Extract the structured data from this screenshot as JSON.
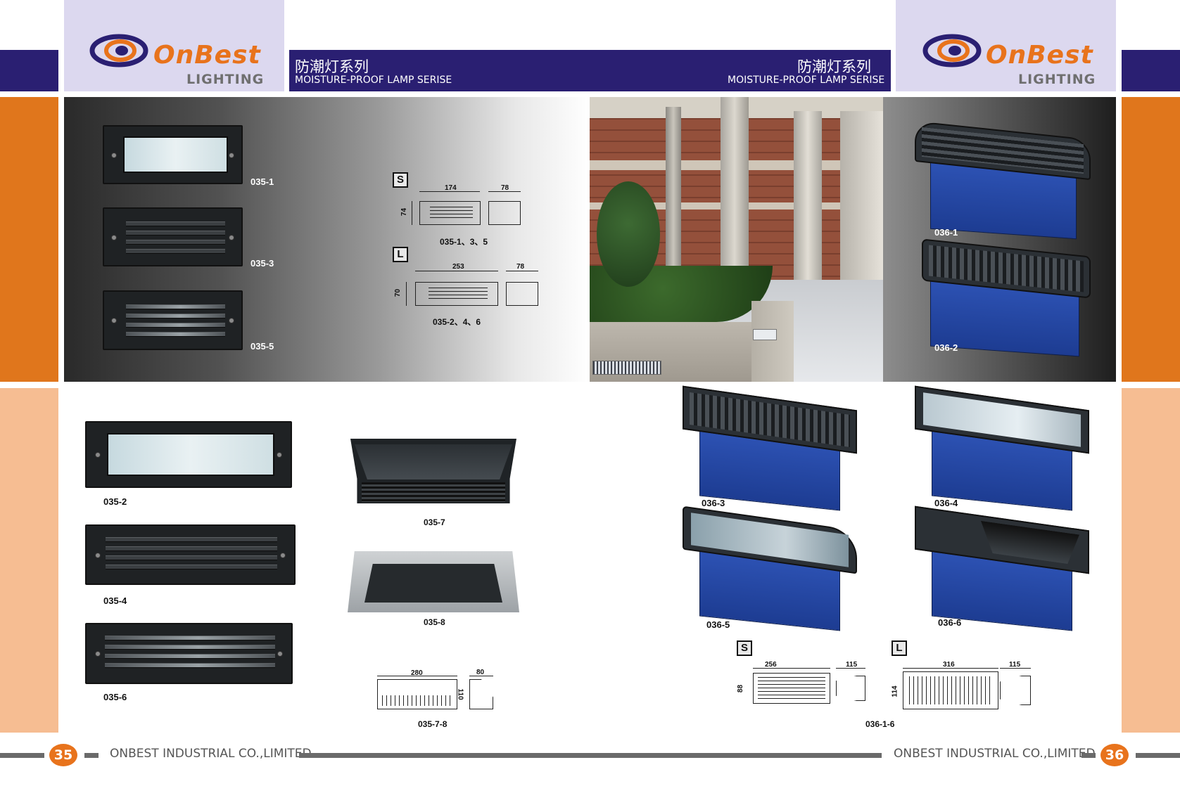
{
  "brand": {
    "name": "OnBest",
    "sub": "LIGHTING"
  },
  "header": {
    "title_cn": "防潮灯系列",
    "title_en": "MOISTURE-PROOF LAMP SERISE"
  },
  "left_page": {
    "banner_products": [
      {
        "code": "035-1"
      },
      {
        "code": "035-3"
      },
      {
        "code": "035-5"
      }
    ],
    "drawings": {
      "small": {
        "tag": "S",
        "width": "174",
        "depth": "78",
        "height": "74",
        "caption": "035-1、3、5"
      },
      "large": {
        "tag": "L",
        "width": "253",
        "depth": "78",
        "height": "70",
        "caption": "035-2、4、6"
      }
    },
    "products": [
      {
        "code": "035-2"
      },
      {
        "code": "035-4"
      },
      {
        "code": "035-6"
      },
      {
        "code": "035-7"
      },
      {
        "code": "035-8"
      }
    ],
    "drawing_78": {
      "width": "280",
      "depth": "80",
      "height": "110",
      "caption": "035-7-8"
    },
    "page_number": "35",
    "company": "ONBEST INDUSTRIAL CO.,LIMITED"
  },
  "right_page": {
    "banner_products": [
      {
        "code": "036-1"
      },
      {
        "code": "036-2"
      }
    ],
    "products": [
      {
        "code": "036-3"
      },
      {
        "code": "036-4"
      },
      {
        "code": "036-5"
      },
      {
        "code": "036-6"
      }
    ],
    "drawings": {
      "small": {
        "tag": "S",
        "width": "256",
        "depth": "115",
        "height": "88"
      },
      "large": {
        "tag": "L",
        "width": "316",
        "depth": "115",
        "height": "114"
      },
      "caption": "036-1-6"
    },
    "page_number": "36",
    "company": "ONBEST INDUSTRIAL CO.,LIMITED"
  },
  "colors": {
    "purple": "#2a1f72",
    "orange": "#e0761c",
    "light_orange": "#f6bd92",
    "lavender": "#dcd8ef",
    "lamp_blue": "#2548a8"
  }
}
